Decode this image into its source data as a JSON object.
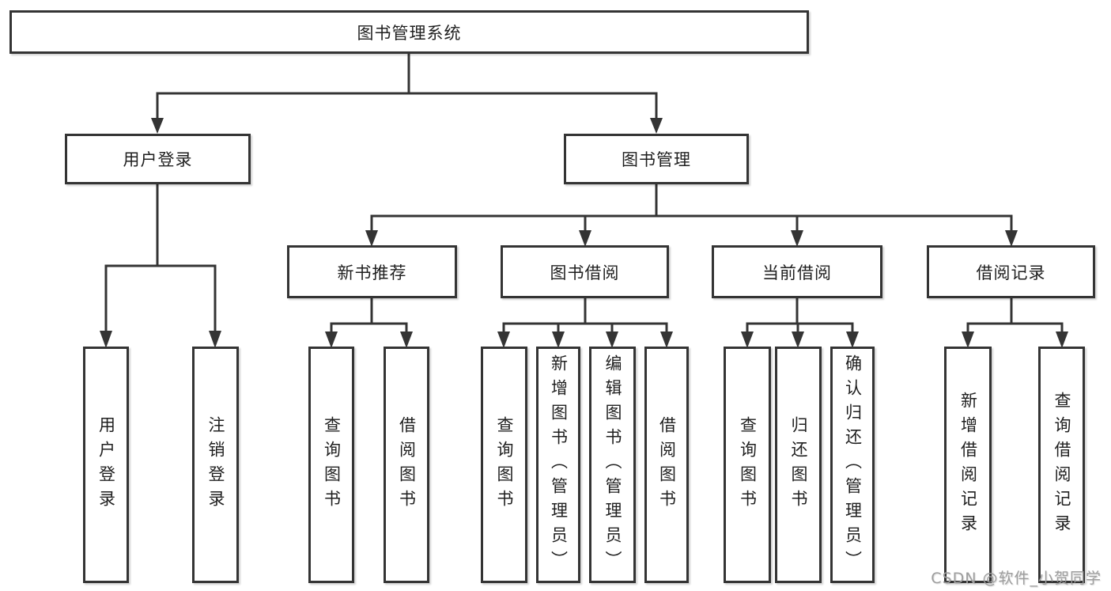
{
  "diagram": {
    "title": "图书管理系统",
    "type": "hierarchy-tree"
  },
  "tree": {
    "label": "图书管理系统",
    "children": [
      {
        "label": "用户登录",
        "children": [
          {
            "label": "用户登录"
          },
          {
            "label": "注销登录"
          }
        ]
      },
      {
        "label": "图书管理",
        "children": [
          {
            "label": "新书推荐",
            "children": [
              {
                "label": "查询图书"
              },
              {
                "label": "借阅图书"
              }
            ]
          },
          {
            "label": "图书借阅",
            "children": [
              {
                "label": "查询图书"
              },
              {
                "label": "新增图书（管理员）"
              },
              {
                "label": "编辑图书（管理员）"
              },
              {
                "label": "借阅图书"
              }
            ]
          },
          {
            "label": "当前借阅",
            "children": [
              {
                "label": "查询图书"
              },
              {
                "label": "归还图书"
              },
              {
                "label": "确认归还（管理员）"
              }
            ]
          },
          {
            "label": "借阅记录",
            "children": [
              {
                "label": "新增借阅记录"
              },
              {
                "label": "查询借阅记录"
              }
            ]
          }
        ]
      }
    ]
  },
  "watermark": {
    "text": "CSDN @软件_小贺同学"
  },
  "colors": {
    "line": "#343434",
    "box_border": "#343434",
    "text": "#1f1f1f",
    "watermark": "#9e9e9e",
    "background": "#ffffff"
  }
}
